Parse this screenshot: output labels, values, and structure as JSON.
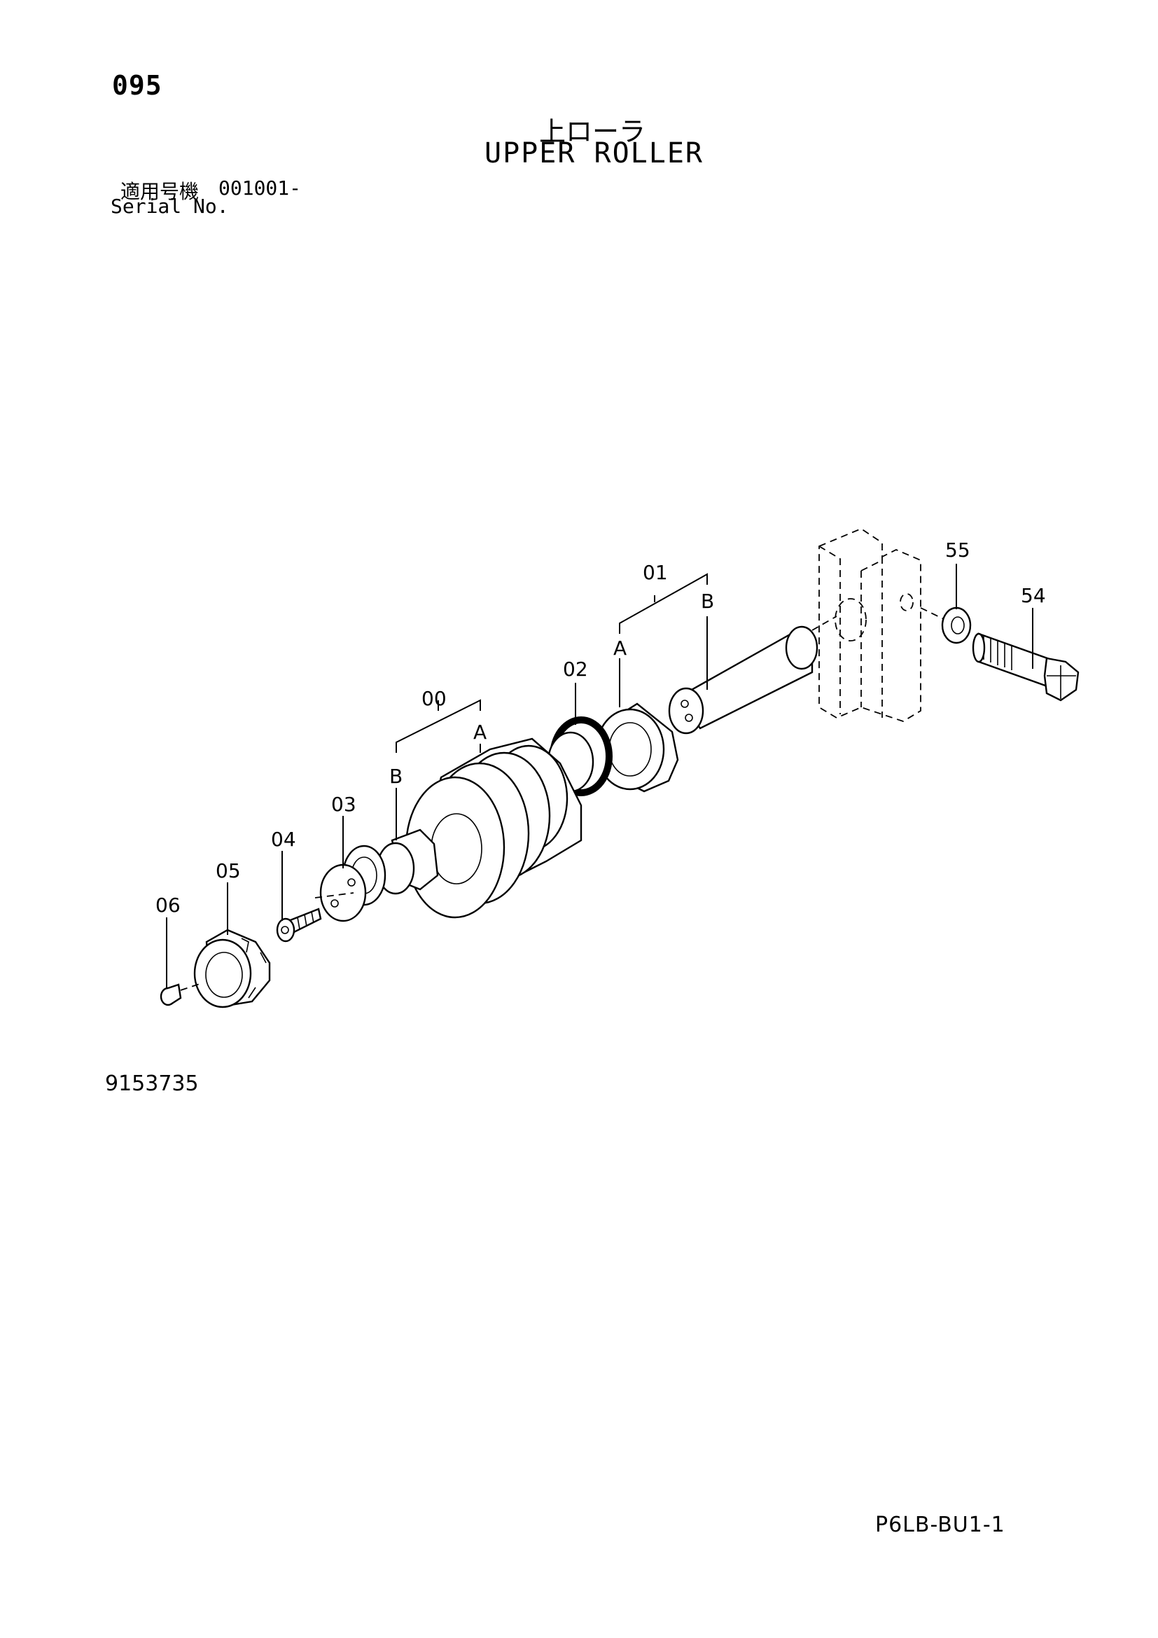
{
  "header": {
    "page_number": "095",
    "title_jp": "上ローラ",
    "title_en": "UPPER ROLLER",
    "serial_label_jp": "適用号機",
    "serial_value": "001001-",
    "serial_label_en": "Serial No."
  },
  "callouts": {
    "c00": "00",
    "c00_a": "A",
    "c00_b": "B",
    "c01": "01",
    "c01_a": "A",
    "c01_b": "B",
    "c02": "02",
    "c03": "03",
    "c04": "04",
    "c05": "05",
    "c06": "06",
    "c54": "54",
    "c55": "55"
  },
  "footer": {
    "drawing_code": "9153735",
    "sheet_code": "P6LB-BU1-1"
  }
}
